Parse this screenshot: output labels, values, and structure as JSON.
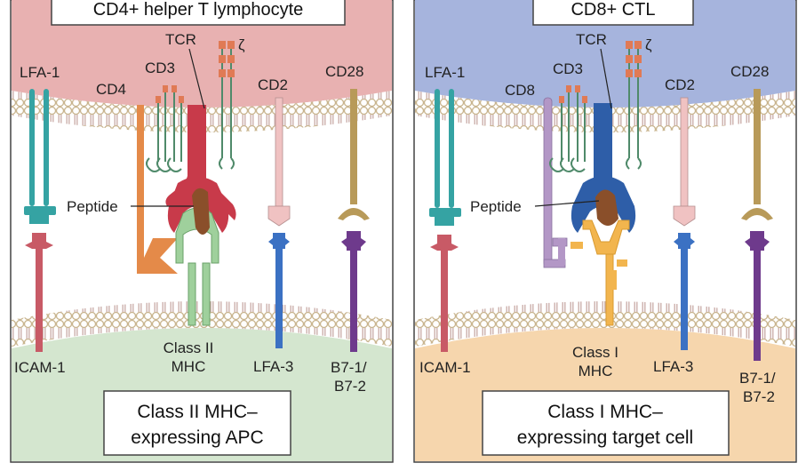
{
  "panels": [
    {
      "header": "CD4+ helper T lymphocyte",
      "coreceptor": "CD4",
      "mhc": [
        "Class II",
        "MHC"
      ],
      "cell_box": [
        "Class II MHC–",
        "expressing APC"
      ]
    },
    {
      "header": "CD8+ CTL",
      "coreceptor": "CD8",
      "mhc": [
        "Class I",
        "MHC"
      ],
      "cell_box": [
        "Class I MHC–",
        "expressing target cell"
      ]
    }
  ],
  "labels": {
    "lfa1": "LFA-1",
    "cd3": "CD3",
    "tcr": "TCR",
    "zeta": "ζ",
    "cd2": "CD2",
    "cd28": "CD28",
    "peptide": "Peptide",
    "icam1": "ICAM-1",
    "lfa3": "LFA-3",
    "b7_line1": "B7-1/",
    "b7_line2": "B7-2"
  },
  "colors": {
    "t_cell_left": "#e8b1b1",
    "t_cell_right": "#a6b4dd",
    "apc": "#d4e6cf",
    "target_cell": "#f6d6ad",
    "lfa1": "#35a3a3",
    "icam1": "#c85a66",
    "cd4": "#e48a49",
    "cd8": "#b397c6",
    "tcr_left": "#c83a4a",
    "tcr_right": "#2e5ea8",
    "class2": "#9fd09c",
    "class1": "#f2b54e",
    "peptide": "#8a4f2a",
    "cd3": "#e07a55",
    "cd2": "#f0c2c2",
    "lfa3": "#3b71c3",
    "cd28": "#b89a59",
    "b7": "#6e3a8c",
    "membrane": "#cfc09e"
  }
}
